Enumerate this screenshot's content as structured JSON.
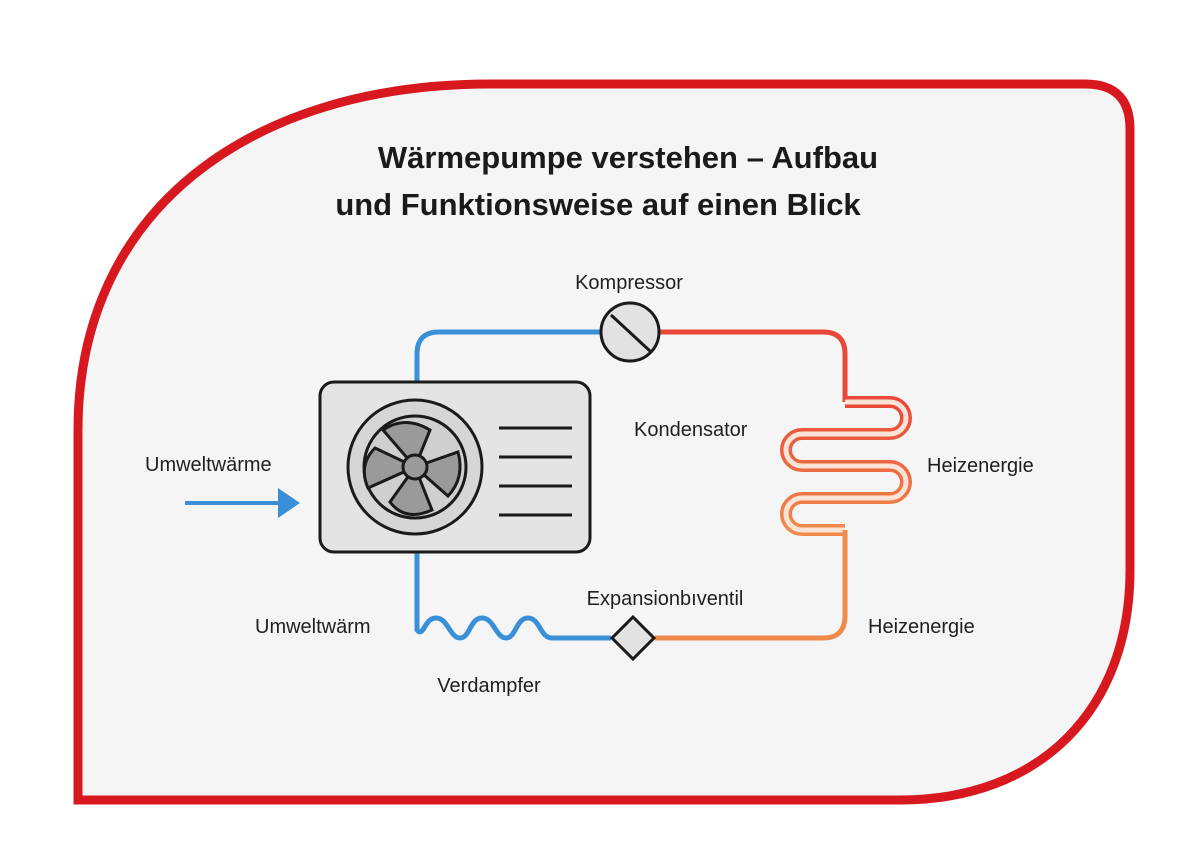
{
  "title": {
    "line1": "Wärmepumpe verstehen – Aufbau",
    "line2": "und Funktionsweise auf einen Blick"
  },
  "labels": {
    "compressor": "Kompressor",
    "ambient_heat_in": "Umweltwärme",
    "condenser": "Kondensator",
    "heating_energy_top": "Heizenergie",
    "expansion_valve": "Expansionbıventil",
    "ambient_heat_bottom": "Umweltwärm",
    "heating_energy_bottom": "Heizenergie",
    "evaporator": "Verdampfer"
  },
  "colors": {
    "frame": "#d7191f",
    "cold_pipe": "#3a8fd6",
    "hot_pipe": "#e8473a",
    "warm_pipe": "#f08a4b",
    "unit_fill": "#e4e4e4",
    "background": "#f5f5f5"
  }
}
